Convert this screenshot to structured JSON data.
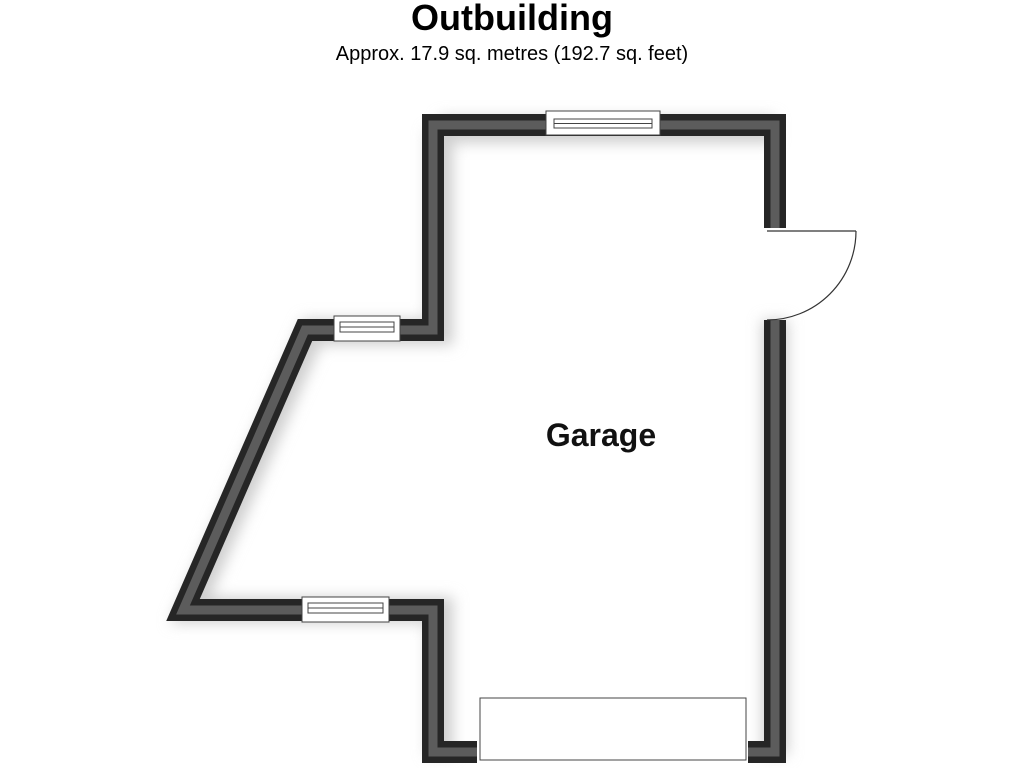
{
  "title": "Outbuilding",
  "subtitle": "Approx. 17.9 sq. metres (192.7 sq. feet)",
  "rooms": [
    {
      "label": "Garage"
    }
  ]
}
